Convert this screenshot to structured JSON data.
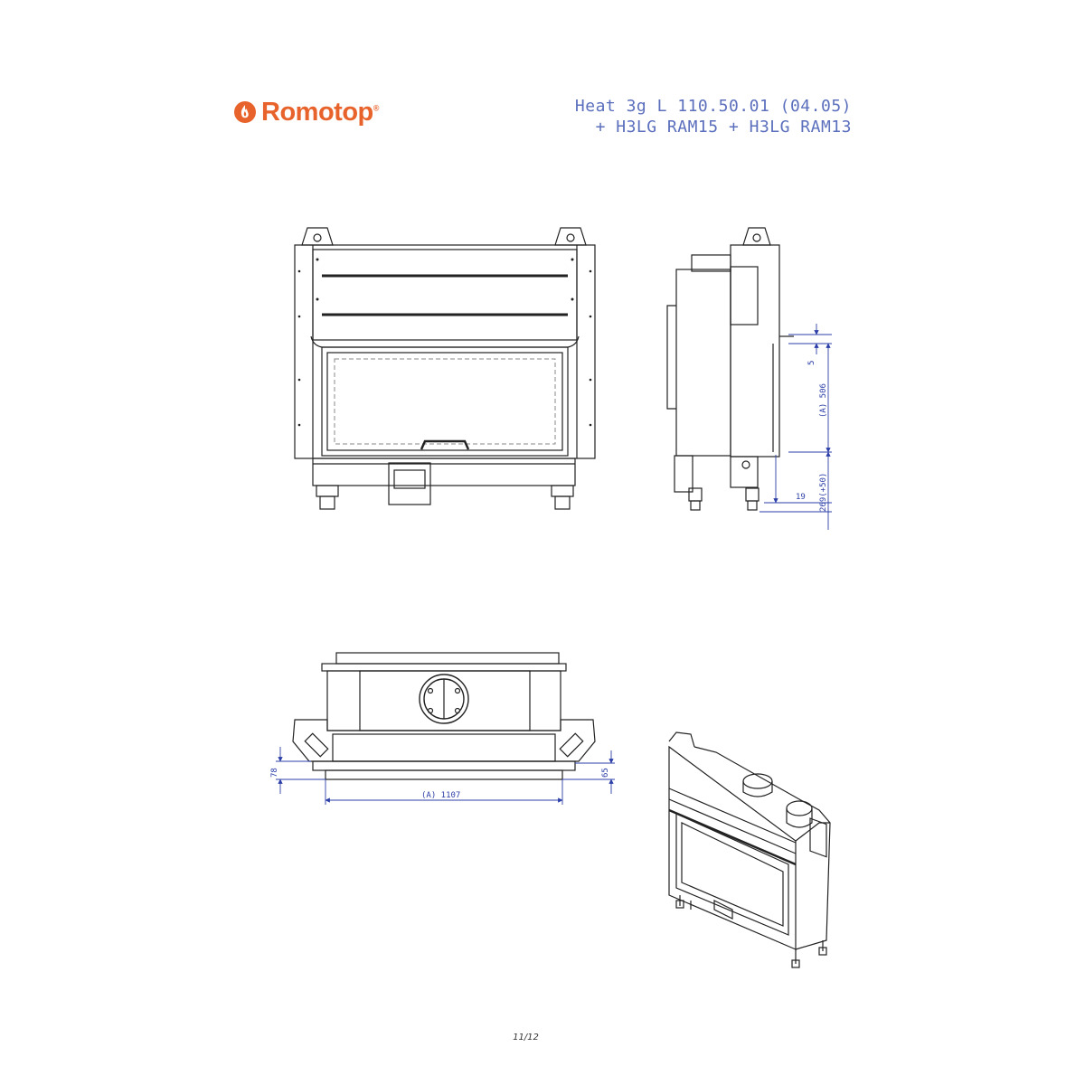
{
  "brand": {
    "name": "Romotop",
    "mark": "®",
    "color": "#e8632b"
  },
  "title": {
    "line1": "Heat 3g L 110.50.01 (04.05)",
    "line2": "+ H3LG RAM15 + H3LG RAM13",
    "color": "#5b6fbd"
  },
  "dimensions": {
    "side_gap": "5",
    "side_height": "(A) 506",
    "side_foot": "19",
    "side_base": "269(+50)",
    "top_left": "78",
    "top_right": "65",
    "top_width": "(A) 1107",
    "color": "#2c3fa8"
  },
  "views": [
    "front-view",
    "side-view",
    "top-view",
    "isometric-view"
  ],
  "page": "11/12"
}
